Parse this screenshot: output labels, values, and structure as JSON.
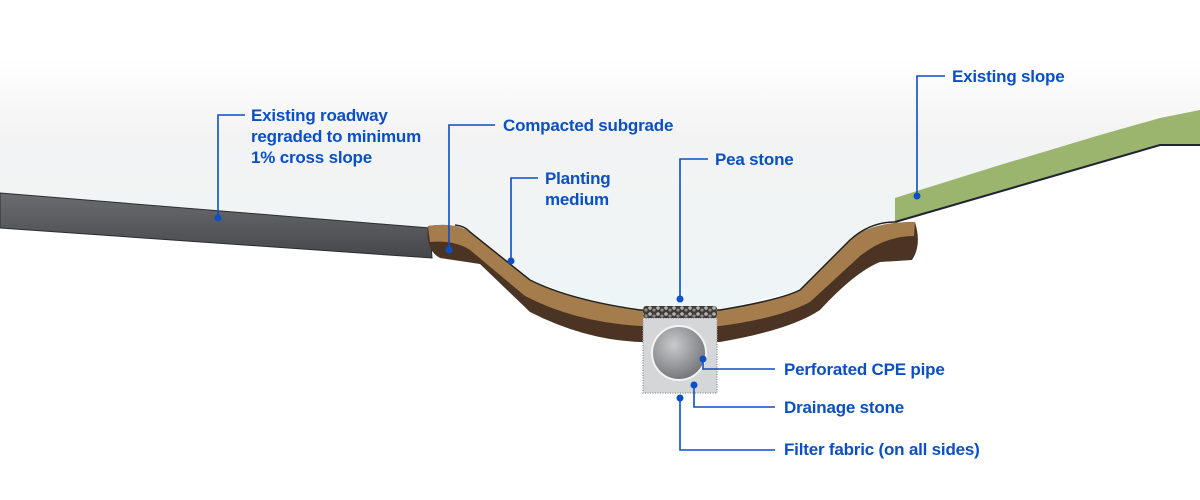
{
  "colors": {
    "label": "#0a4fc4",
    "roadway": "#5a5c60",
    "planting_medium": "#a57c4c",
    "compacted_subgrade": "#4b3424",
    "grass": "#9bb56e",
    "drainage_stone": "#d4d6d8",
    "pipe": "#8a8c8f"
  },
  "labels": {
    "roadway": "Existing roadway\nregraded to minimum\n1% cross slope",
    "subgrade": "Compacted subgrade",
    "planting": "Planting\nmedium",
    "pea_stone": "Pea stone",
    "slope": "Existing slope",
    "pipe": "Perforated CPE pipe",
    "drainage": "Drainage stone",
    "fabric": "Filter fabric (on all sides)"
  }
}
